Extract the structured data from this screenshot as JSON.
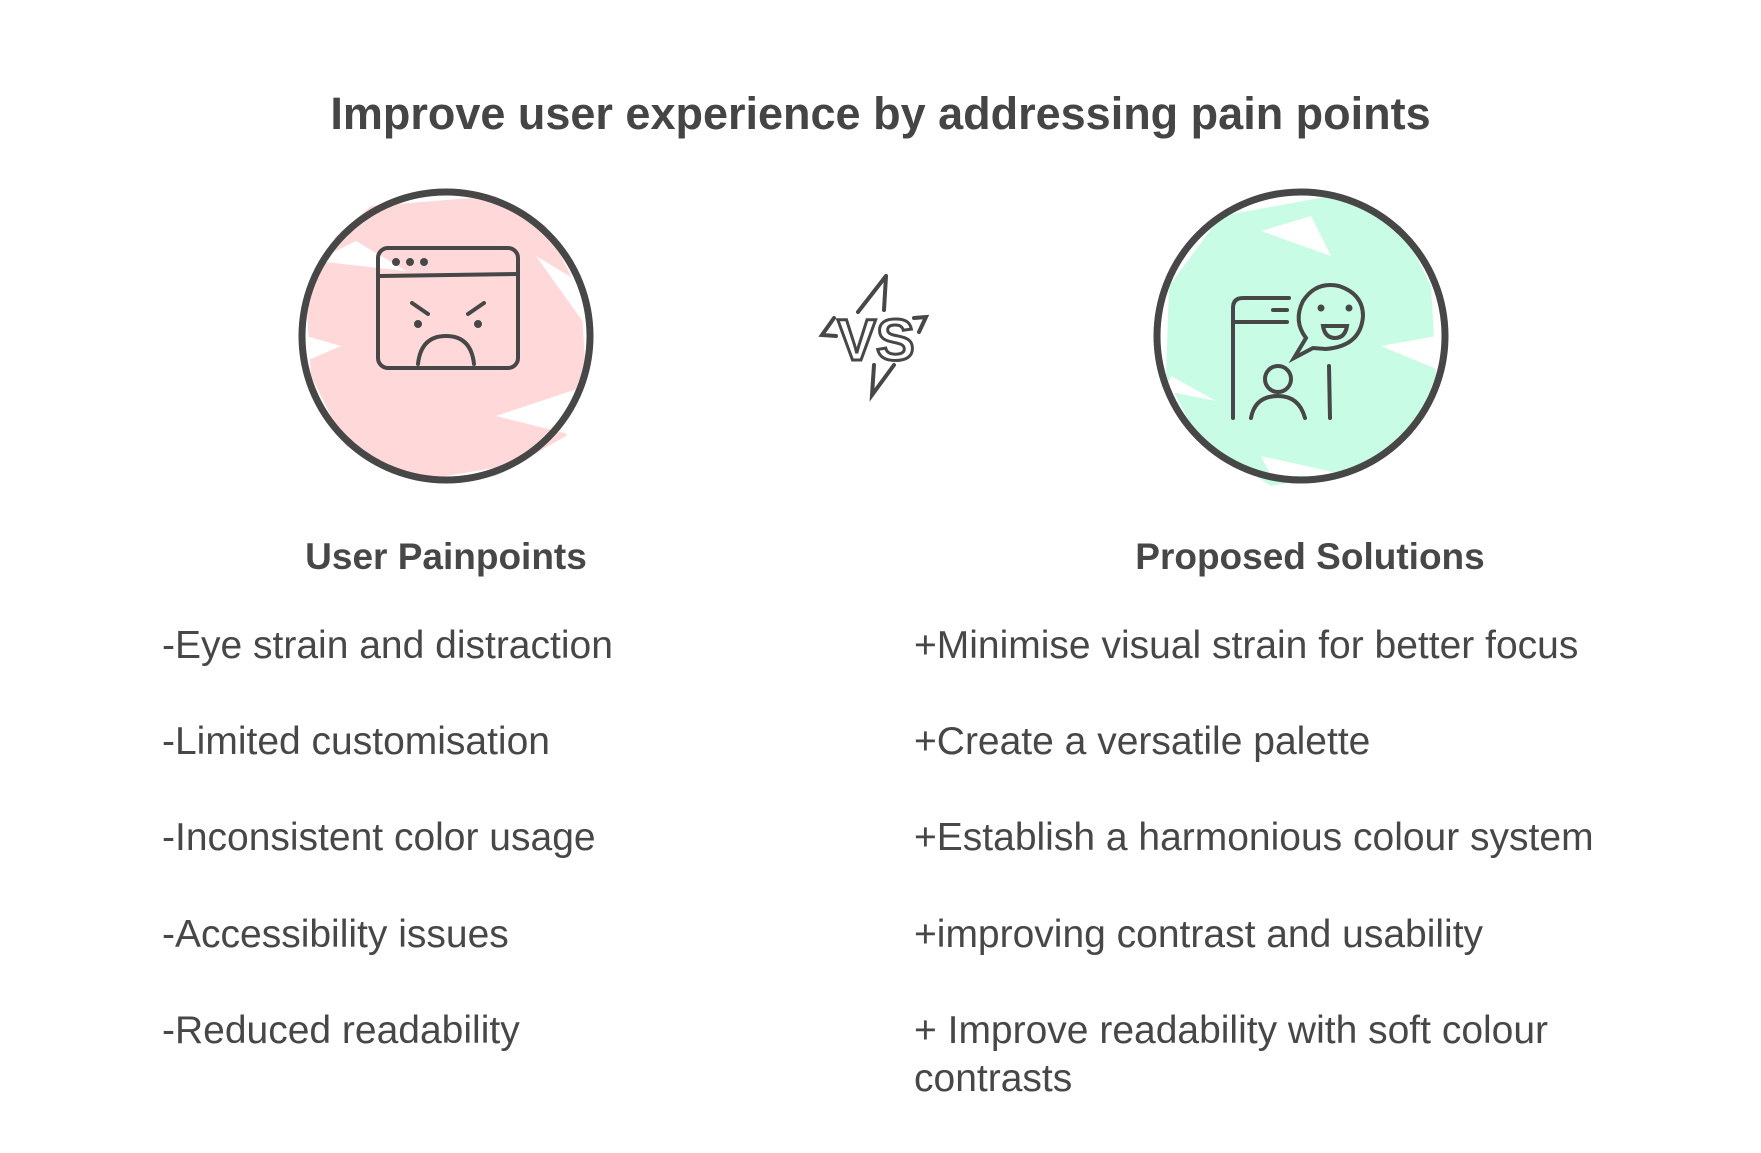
{
  "title": "Improve user experience by addressing pain points",
  "vs_label": "VS",
  "left": {
    "heading": "User Painpoints",
    "icon": "angry-browser-icon",
    "color": "#FFD9D9",
    "items": [
      "-Eye strain and distraction",
      "-Limited customisation",
      "-Inconsistent color usage",
      "-Accessibility issues",
      "-Reduced readability"
    ]
  },
  "right": {
    "heading": "Proposed Solutions",
    "icon": "phone-user-chat-icon",
    "color": "#C8FCE4",
    "items": [
      "+Minimise visual strain for better focus",
      "+Create a versatile palette",
      "+Establish a harmonious colour system",
      "+improving contrast and usability",
      "+ Improve readability with soft colour contrasts"
    ]
  }
}
